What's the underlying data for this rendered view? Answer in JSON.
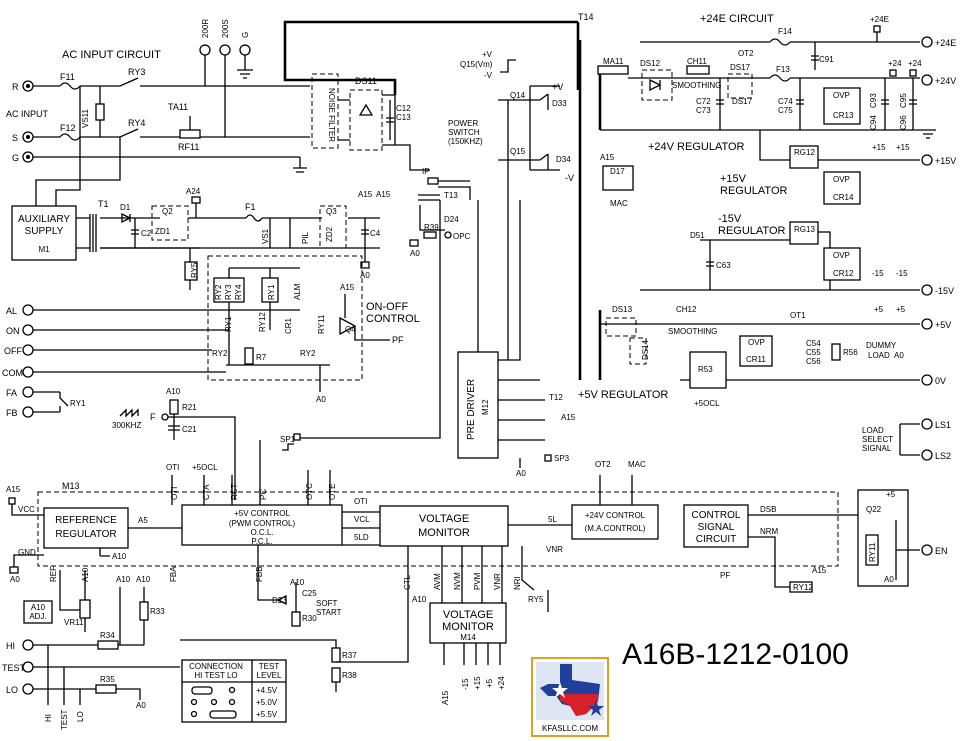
{
  "part_number": "A16B-1212-0100",
  "logo": {
    "text": "KFASLLC.COM",
    "flag_colors": {
      "blue": "#1f3f9a",
      "red": "#d8202a",
      "white": "#ffffff",
      "frame": "#e0a020"
    }
  },
  "ac_input": {
    "circuit_title": "AC INPUT CIRCUIT",
    "side_label": "AC INPUT",
    "terminals": [
      "R",
      "S",
      "G"
    ],
    "taps": [
      "200R",
      "200S",
      "G"
    ],
    "fuses": [
      "F11",
      "F12"
    ],
    "relays": [
      "RY3",
      "RY4"
    ],
    "varistor": "VS11",
    "thermistor": "TA11",
    "resistor": "RF11",
    "noise_filter": "NOISE FILTER",
    "bridge": "DS11",
    "caps": [
      "C12",
      "C13"
    ]
  },
  "aux_supply": {
    "title1": "AUXILIARY",
    "title2": "SUPPLY",
    "id": "M1",
    "transformer": "T1",
    "diode": "D1",
    "cap": "C2",
    "zener": "ZD1",
    "q": "Q2",
    "a24": "A24",
    "ry5": "RY5"
  },
  "switch_section": {
    "t14": "T14",
    "q15vm": "Q15(Vm)",
    "vplus": "+V",
    "vminus": "-V",
    "q14": "Q14",
    "q15": "Q15",
    "d33": "D33",
    "d34": "D34",
    "power_switch": "POWER",
    "switch_freq": "SWITCH",
    "switch_khz": "(150KHZ)",
    "ip": "IP",
    "t13": "T13",
    "d24": "D24",
    "r39": "R39",
    "opc": "OPC",
    "a0": "A0",
    "a15": "A15",
    "t12": "T12",
    "sp3": "SP3"
  },
  "fuse_line": {
    "f1": "F1",
    "vs1": "VS1",
    "pil": "PIL",
    "zd2": "ZD2",
    "q3": "Q3",
    "c4": "C4",
    "a0": "A0",
    "a15": "A15"
  },
  "on_off": {
    "title1": "ON-OFF",
    "title2": "CONTROL",
    "relays": [
      "RY2",
      "RY3",
      "RY4"
    ],
    "ry1": "RY1",
    "ry12": "RY12",
    "cr1": "CR1",
    "alm": "ALM",
    "ry11": "RY11",
    "q4": "Q4",
    "pf": "PF",
    "r7": "R7",
    "ry2": "RY2",
    "a15": "A15",
    "a0": "A0"
  },
  "inputs": {
    "al": "AL",
    "on": "ON",
    "off": "OFF",
    "com": "COM",
    "fa": "FA",
    "fb": "FB",
    "ry1": "RY1"
  },
  "oscillator": {
    "a10": "A10",
    "r21": "R21",
    "f": "F",
    "khz": "300KHZ",
    "c21": "C21",
    "sp1": "SP1"
  },
  "pre_driver": {
    "label": "PRE DRIVER",
    "id": "M12"
  },
  "outputs": {
    "e24_title": "+24E CIRCUIT",
    "f14": "F14",
    "ot2": "OT2",
    "c91": "C91",
    "plus24e": "+24E",
    "plus24e_out": "+24E",
    "ma11": "MA11",
    "ds12": "DS12",
    "ch11": "CH11",
    "smoothing": "SMOOTHING",
    "ds17": "DS17",
    "f13": "F13",
    "c72": "C72",
    "c73": "C73",
    "c74": "C74",
    "c75": "C75",
    "ovp": "OVP",
    "cr13": "CR13",
    "c93": "C93",
    "c94": "C94",
    "c95": "C95",
    "c96": "C96",
    "plus24": "+24",
    "plus24b": "+24",
    "plus24v": "+24V",
    "reg24": "+24V REGULATOR",
    "a15": "A15",
    "d17": "D17",
    "mac": "MAC",
    "reg15p1": "+15V",
    "reg15p2": "REGULATOR",
    "rg12": "RG12",
    "plus15a": "+15",
    "plus15b": "+15",
    "plus15v": "+15V",
    "cr14": "CR14",
    "reg15m1": "-15V",
    "reg15m2": "REGULATOR",
    "d51": "D51",
    "rg13": "RG13",
    "c63": "C63",
    "cr12": "CR12",
    "minus15a": "-15",
    "minus15b": "-15",
    "minus15v": "-15V",
    "ds13": "DS13",
    "ds14": "DS14",
    "ch12": "CH12",
    "smoothing2": "SMOOTHING",
    "ot1": "OT1",
    "plus5a": "+5",
    "plus5b": "+5",
    "plus5v": "+5V",
    "c54": "C54",
    "c55": "C55",
    "c56": "C56",
    "r56": "R56",
    "dummy1": "DUMMY",
    "dummy2": "LOAD",
    "a0": "A0",
    "zero_v": "0V",
    "cr11": "CR11",
    "r53": "R53",
    "plus5ocl": "+5OCL",
    "reg5": "+5V REGULATOR"
  },
  "load_select": {
    "l1": "LOAD",
    "l2": "SELECT",
    "l3": "SIGNAL",
    "ls1": "LS1",
    "ls2": "LS2"
  },
  "m13": {
    "id": "M13",
    "a15": "A15",
    "vcc": "VCC",
    "gnd": "GND",
    "a0": "A0",
    "ref1": "REFERENCE",
    "ref2": "REGULATOR",
    "a5": "A5",
    "a10": "A10",
    "pwm1": "+5V CONTROL",
    "pwm2": "(PWM CONTROL)",
    "pwm3": "O.C.L.",
    "pwm4": "P.C.L.",
    "pins_top": [
      "OTI",
      "+5OCL",
      "OTI",
      "CTA",
      "RCT",
      "PC",
      "OTC",
      "OTE"
    ],
    "vcl": "VCL",
    "ld": "5LD",
    "oti": "OTI",
    "vm1": "VOLTAGE",
    "vm2": "MONITOR",
    "fivel": "5L",
    "c24_1": "+24V CONTROL",
    "c24_2": "(M.A.CONTROL)",
    "ot2": "OT2",
    "mac": "MAC",
    "cs1": "CONTROL",
    "cs2": "SIGNAL",
    "cs3": "CIRCUIT",
    "dsb": "DSB",
    "nrm": "NRM",
    "vnr": "VNR",
    "pf": "PF",
    "ry12": "RY12",
    "a15b": "A15",
    "q22": "Q22",
    "plus5": "+5",
    "ry11": "RY11",
    "en": "EN",
    "a0b": "A0"
  },
  "bottom": {
    "ref": "REF",
    "a10": "A10",
    "a10b": "A10",
    "a10c": "A10",
    "fba": "FBA",
    "a10adj1": "A10",
    "a10adj2": "ADJ.",
    "vr11": "VR11",
    "r33": "R33",
    "r34": "R34",
    "r35": "R35",
    "hi": "HI",
    "test": "TEST",
    "lo": "LO",
    "a0": "A0",
    "fbb": "FBB",
    "d23": "D23",
    "c25": "C25",
    "r30": "R30",
    "soft1": "SOFT",
    "soft2": "START",
    "r37": "R37",
    "r38": "R38",
    "ctl": "CTL",
    "avm": "AVM",
    "nvm": "NVM",
    "pvm": "PVM",
    "vnr": "VNR",
    "nri": "NRI",
    "ry5": "RY5",
    "vm14_1": "VOLTAGE",
    "vm14_2": "MONITOR",
    "m14": "M14",
    "bot_labels": [
      "A15",
      "-15",
      "+15",
      "+5",
      "+24"
    ],
    "conn_table": {
      "h1": "CONNECTION",
      "h1b": "HI TEST LO",
      "h2": "TEST",
      "h2b": "LEVEL",
      "rows": [
        "+4.5V",
        "+5.0V",
        "+5.5V"
      ]
    }
  }
}
